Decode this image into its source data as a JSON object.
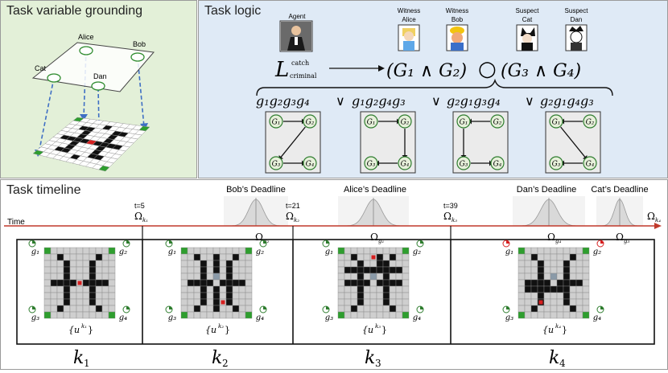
{
  "panel_grounding": {
    "title": "Task variable grounding",
    "alice": "Alice",
    "bob": "Bob",
    "cat": "Cat",
    "dan": "Dan"
  },
  "panel_logic": {
    "title": "Task logic",
    "agent_label": "Agent",
    "witness_label": "Witness",
    "suspect_label": "Suspect",
    "alice": "Alice",
    "bob": "Bob",
    "cat": "Cat",
    "dan": "Dan",
    "l_symbol": "L",
    "l_sup": "catch",
    "l_sub": "criminal",
    "formula_left": "(G₁ ∧ G₂)",
    "formula_op": "○",
    "formula_right": "(G₃ ∧ G₄)",
    "orders": [
      "g₁g₂g₃g₄",
      "g₁g₂g₄g₃",
      "g₂g₁g₃g₄",
      "g₂g₁g₄g₃"
    ],
    "or_symbol": "∨",
    "node_labels": [
      "G₁",
      "G₂",
      "G₃",
      "G₄"
    ]
  },
  "panel_timeline": {
    "title": "Task timeline",
    "time_label": "Time",
    "ticks": [
      {
        "t": "t=5",
        "omega": "Ω",
        "sub": "k₁"
      },
      {
        "t": "t=21",
        "omega": "Ω",
        "sub": "k₂"
      },
      {
        "t": "t=39",
        "omega": "Ω",
        "sub": "k₃"
      }
    ],
    "end_label": {
      "omega": "Ω",
      "sub": "k₄"
    },
    "deadlines": [
      {
        "label": "Bob’s Deadline",
        "omega": "Ω",
        "sub": "g₂"
      },
      {
        "label": "Alice’s Deadline",
        "omega": "Ω",
        "sub": "g₁"
      },
      {
        "label": "Dan’s Deadline",
        "omega": "Ω",
        "sub": "g₄"
      },
      {
        "label": "Cat’s Deadline",
        "omega": "Ω",
        "sub": "g₃"
      }
    ],
    "goal_labels": [
      "g₁",
      "g₂",
      "g₃",
      "g₄"
    ],
    "u_labels": [
      {
        "u": "{u",
        "sup": "k₁",
        "close": "}"
      },
      {
        "u": "{u",
        "sup": "k₂",
        "close": "}"
      },
      {
        "u": "{u",
        "sup": "k₃",
        "close": "}"
      },
      {
        "u": "{u",
        "sup": "k₄",
        "close": "}"
      }
    ],
    "phases": [
      "k",
      "k",
      "k",
      "k"
    ],
    "phase_subs": [
      "1",
      "2",
      "3",
      "4"
    ]
  },
  "colors": {
    "green_panel": "#e3f0d8",
    "blue_panel": "#dfeaf6",
    "time_axis": "#c0392b",
    "goal_green": "#2e9e2e",
    "agent_red": "#d62020",
    "dashed_blue": "#3f6fc4"
  }
}
